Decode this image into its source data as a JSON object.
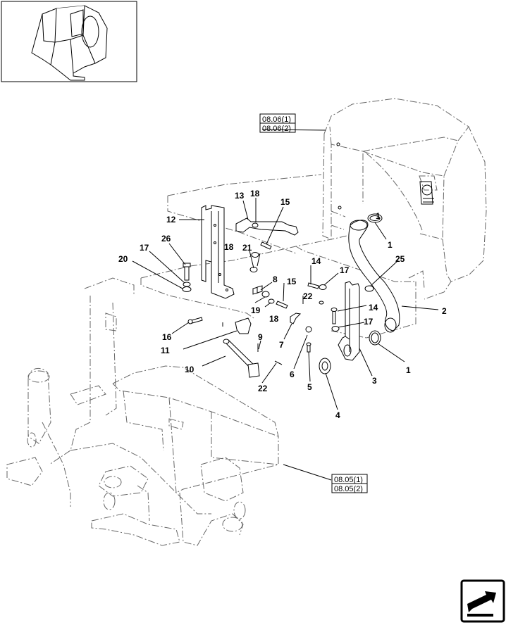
{
  "part_labels": [
    {
      "id": "p1a",
      "text": "1"
    },
    {
      "id": "p1b",
      "text": "1"
    },
    {
      "id": "p2",
      "text": "2"
    },
    {
      "id": "p3",
      "text": "3"
    },
    {
      "id": "p4",
      "text": "4"
    },
    {
      "id": "p5",
      "text": "5"
    },
    {
      "id": "p6",
      "text": "6"
    },
    {
      "id": "p7",
      "text": "7"
    },
    {
      "id": "p8",
      "text": "8"
    },
    {
      "id": "p9",
      "text": "9"
    },
    {
      "id": "p10",
      "text": "10"
    },
    {
      "id": "p11",
      "text": "11"
    },
    {
      "id": "p12",
      "text": "12"
    },
    {
      "id": "p13",
      "text": "13"
    },
    {
      "id": "p14a",
      "text": "14"
    },
    {
      "id": "p14b",
      "text": "14"
    },
    {
      "id": "p15a",
      "text": "15"
    },
    {
      "id": "p15b",
      "text": "15"
    },
    {
      "id": "p16",
      "text": "16"
    },
    {
      "id": "p17a",
      "text": "17"
    },
    {
      "id": "p17b",
      "text": "17"
    },
    {
      "id": "p17c",
      "text": "17"
    },
    {
      "id": "p18a",
      "text": "18"
    },
    {
      "id": "p18b",
      "text": "18"
    },
    {
      "id": "p18c",
      "text": "18"
    },
    {
      "id": "p19",
      "text": "19"
    },
    {
      "id": "p20",
      "text": "20"
    },
    {
      "id": "p21",
      "text": "21"
    },
    {
      "id": "p22a",
      "text": "22"
    },
    {
      "id": "p22b",
      "text": "22"
    },
    {
      "id": "p25",
      "text": "25"
    },
    {
      "id": "p26",
      "text": "26"
    }
  ],
  "references": {
    "upper": {
      "line1": "08.06(1)",
      "line2": "08.06(2)"
    },
    "lower": {
      "line1": "08.05(1)",
      "line2": "08.05(2)"
    }
  },
  "icons": {
    "thumbnail": "radiator-shroud-thumbnail",
    "nav": "next-page-arrow-icon"
  }
}
